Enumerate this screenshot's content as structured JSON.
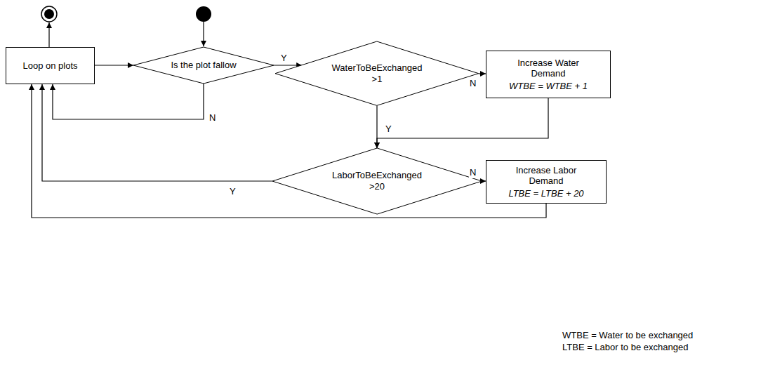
{
  "diagram": {
    "nodes": [
      {
        "text": [
          "Loop on plots"
        ]
      },
      {
        "text": [
          "Is the plot fallow"
        ]
      },
      {
        "text": [
          "WaterToBeExchanged >1"
        ]
      },
      {
        "text": [
          "Increase Water Demand",
          "WTBE = WTBE + 1"
        ]
      },
      {
        "text": [
          "LaborToBeExchanged >20"
        ]
      },
      {
        "text": [
          "Increase Labor Demand",
          "LTBE = LTBE + 20"
        ]
      }
    ],
    "edges": [
      {
        "from": 0,
        "to": 1,
        "arrow": "to"
      },
      {
        "from": 1,
        "to": 2,
        "label": "Y",
        "arrow": "to"
      },
      {
        "from": 1,
        "to": 0,
        "label": "N",
        "arrow": "to"
      },
      {
        "from": 2,
        "to": 3,
        "label": "N",
        "arrow": "to"
      },
      {
        "from": 2,
        "to": 4,
        "label": "Y",
        "arrow": "to"
      },
      {
        "from": 3,
        "to": 4,
        "arrow": "to"
      },
      {
        "from": 4,
        "to": 5,
        "label": "N",
        "arrow": "to"
      },
      {
        "from": 4,
        "to": 0,
        "label": "Y",
        "arrow": "to"
      },
      {
        "from": 5,
        "to": 0,
        "arrow": "to"
      }
    ],
    "labels": [
      "WTBE = Water to be exchanged",
      "LTBE = Labor to be exchanged"
    ]
  }
}
